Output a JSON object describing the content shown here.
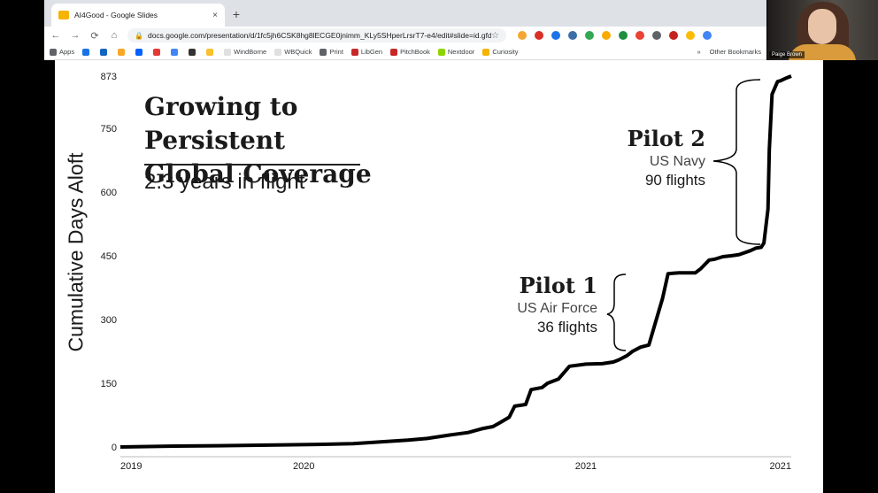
{
  "browser": {
    "tab_title": "AI4Good - Google Slides",
    "tab_close": "×",
    "new_tab": "+",
    "nav": {
      "back": "←",
      "forward": "→",
      "reload": "⟳",
      "home": "⌂"
    },
    "url": "docs.google.com/presentation/d/1fc5jh6CSK8hg8lECGE0jnimm_KLy5SHperLrsrT7-e4/edit#slide=id.gfd2b8dff...",
    "bookmarks": [
      "Apps",
      "WindBorne",
      "WBQuick",
      "Print",
      "LibGen",
      "PitchBook",
      "Nextdoor",
      "Curiosity"
    ],
    "bookmarks_more": "»",
    "other_bookmarks": "Other Bookmarks",
    "colors": {
      "tabbar": "#dee1e6",
      "favicon": "#f4b400"
    }
  },
  "webcam": {
    "name": "Paige Brown"
  },
  "slide": {
    "title_line1": "Growing to Persistent",
    "title_line2": "Global Coverage",
    "subtitle": "2.3 years in flight",
    "pilot1": {
      "name": "Pilot 1",
      "branch": "US Air Force",
      "flights": "36 flights"
    },
    "pilot2": {
      "name": "Pilot 2",
      "branch": "US Navy",
      "flights": "90 flights"
    }
  },
  "chart_data": {
    "type": "line",
    "ylabel": "Cumulative Days Aloft",
    "ylim": [
      0,
      873
    ],
    "yticks": [
      0,
      150,
      300,
      450,
      600,
      750,
      873
    ],
    "xlim": [
      2019.0,
      2021.45
    ],
    "xtick_values": [
      2019.0,
      2019.67,
      2020.7,
      2021.45
    ],
    "xtick_labels": [
      "2019",
      "2020",
      "2021",
      "2021"
    ],
    "series": [
      {
        "x": [
          2019.0,
          2019.2,
          2019.35,
          2019.6,
          2019.72,
          2019.85,
          2019.95,
          2020.05,
          2020.12,
          2020.2,
          2020.27,
          2020.32,
          2020.36,
          2020.38,
          2020.42,
          2020.44,
          2020.48,
          2020.5,
          2020.54,
          2020.56,
          2020.6,
          2020.64,
          2020.7,
          2020.76,
          2020.8,
          2020.82,
          2020.85,
          2020.87,
          2020.9,
          2020.93,
          2020.98,
          2021.0,
          2021.04,
          2021.1,
          2021.12,
          2021.15,
          2021.17,
          2021.2,
          2021.23,
          2021.25,
          2021.26,
          2021.3,
          2021.32,
          2021.34,
          2021.35,
          2021.365,
          2021.37,
          2021.38,
          2021.4,
          2021.41,
          2021.43,
          2021.45
        ],
        "y": [
          0,
          2,
          3,
          5,
          6,
          8,
          12,
          16,
          20,
          28,
          34,
          43,
          48,
          55,
          70,
          96,
          100,
          135,
          140,
          150,
          160,
          190,
          195,
          196,
          200,
          205,
          215,
          225,
          235,
          240,
          350,
          408,
          410,
          410,
          420,
          440,
          442,
          448,
          450,
          452,
          453,
          462,
          468,
          470,
          480,
          560,
          700,
          830,
          860,
          862,
          868,
          873
        ]
      }
    ]
  }
}
